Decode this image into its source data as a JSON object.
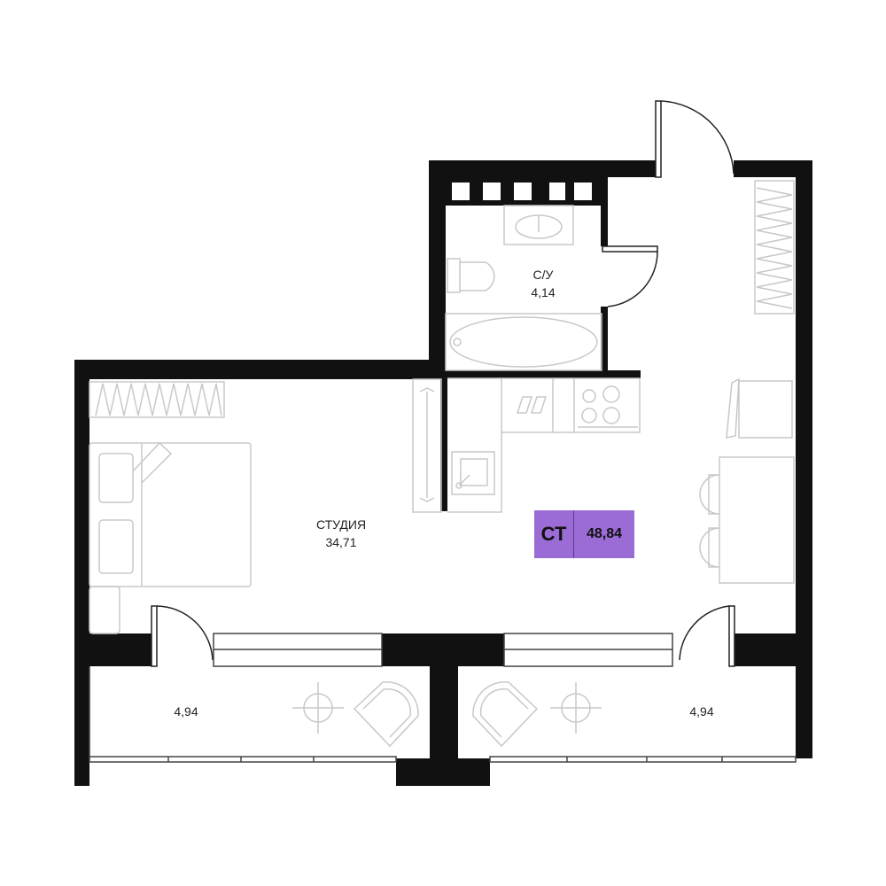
{
  "rooms": {
    "bathroom": {
      "name": "С/У",
      "area": "4,14"
    },
    "studio": {
      "name": "СТУДИЯ",
      "area": "34,71"
    },
    "balcony_left": {
      "area": "4,94"
    },
    "balcony_right": {
      "area": "4,94"
    }
  },
  "badge": {
    "type": "СТ",
    "total_area": "48,84",
    "color": "#9b6bd6"
  },
  "colors": {
    "wall": "#111111",
    "furniture": "#c8c8c8"
  }
}
